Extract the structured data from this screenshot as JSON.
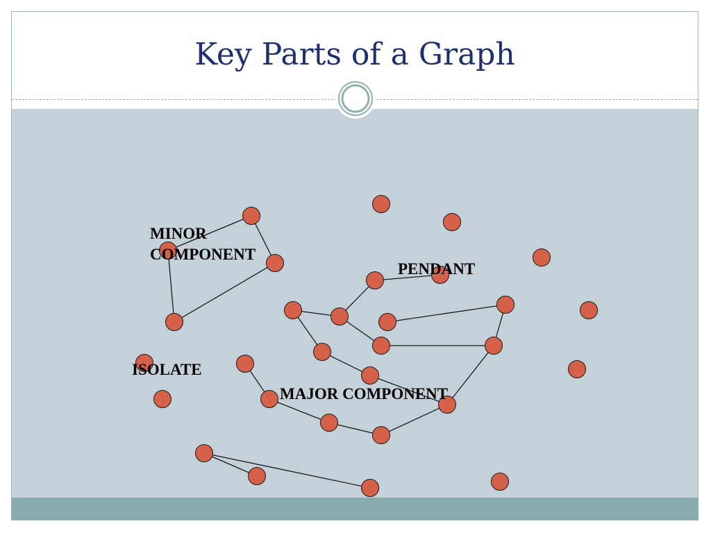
{
  "title": "Key Parts of a Graph",
  "labels": {
    "minor_line1": "MINOR",
    "minor_line2": "COMPONENT",
    "pendant": "PENDANT",
    "isolate": "ISOLATE",
    "major": "MAJOR COMPONENT"
  },
  "colors": {
    "node_fill": "#d5614a",
    "node_stroke": "#1a1a1a",
    "edge": "#1a1a1a",
    "title": "#1f2f6b",
    "panel_bg": "#c5d1d9",
    "footer": "#8aabad"
  }
}
